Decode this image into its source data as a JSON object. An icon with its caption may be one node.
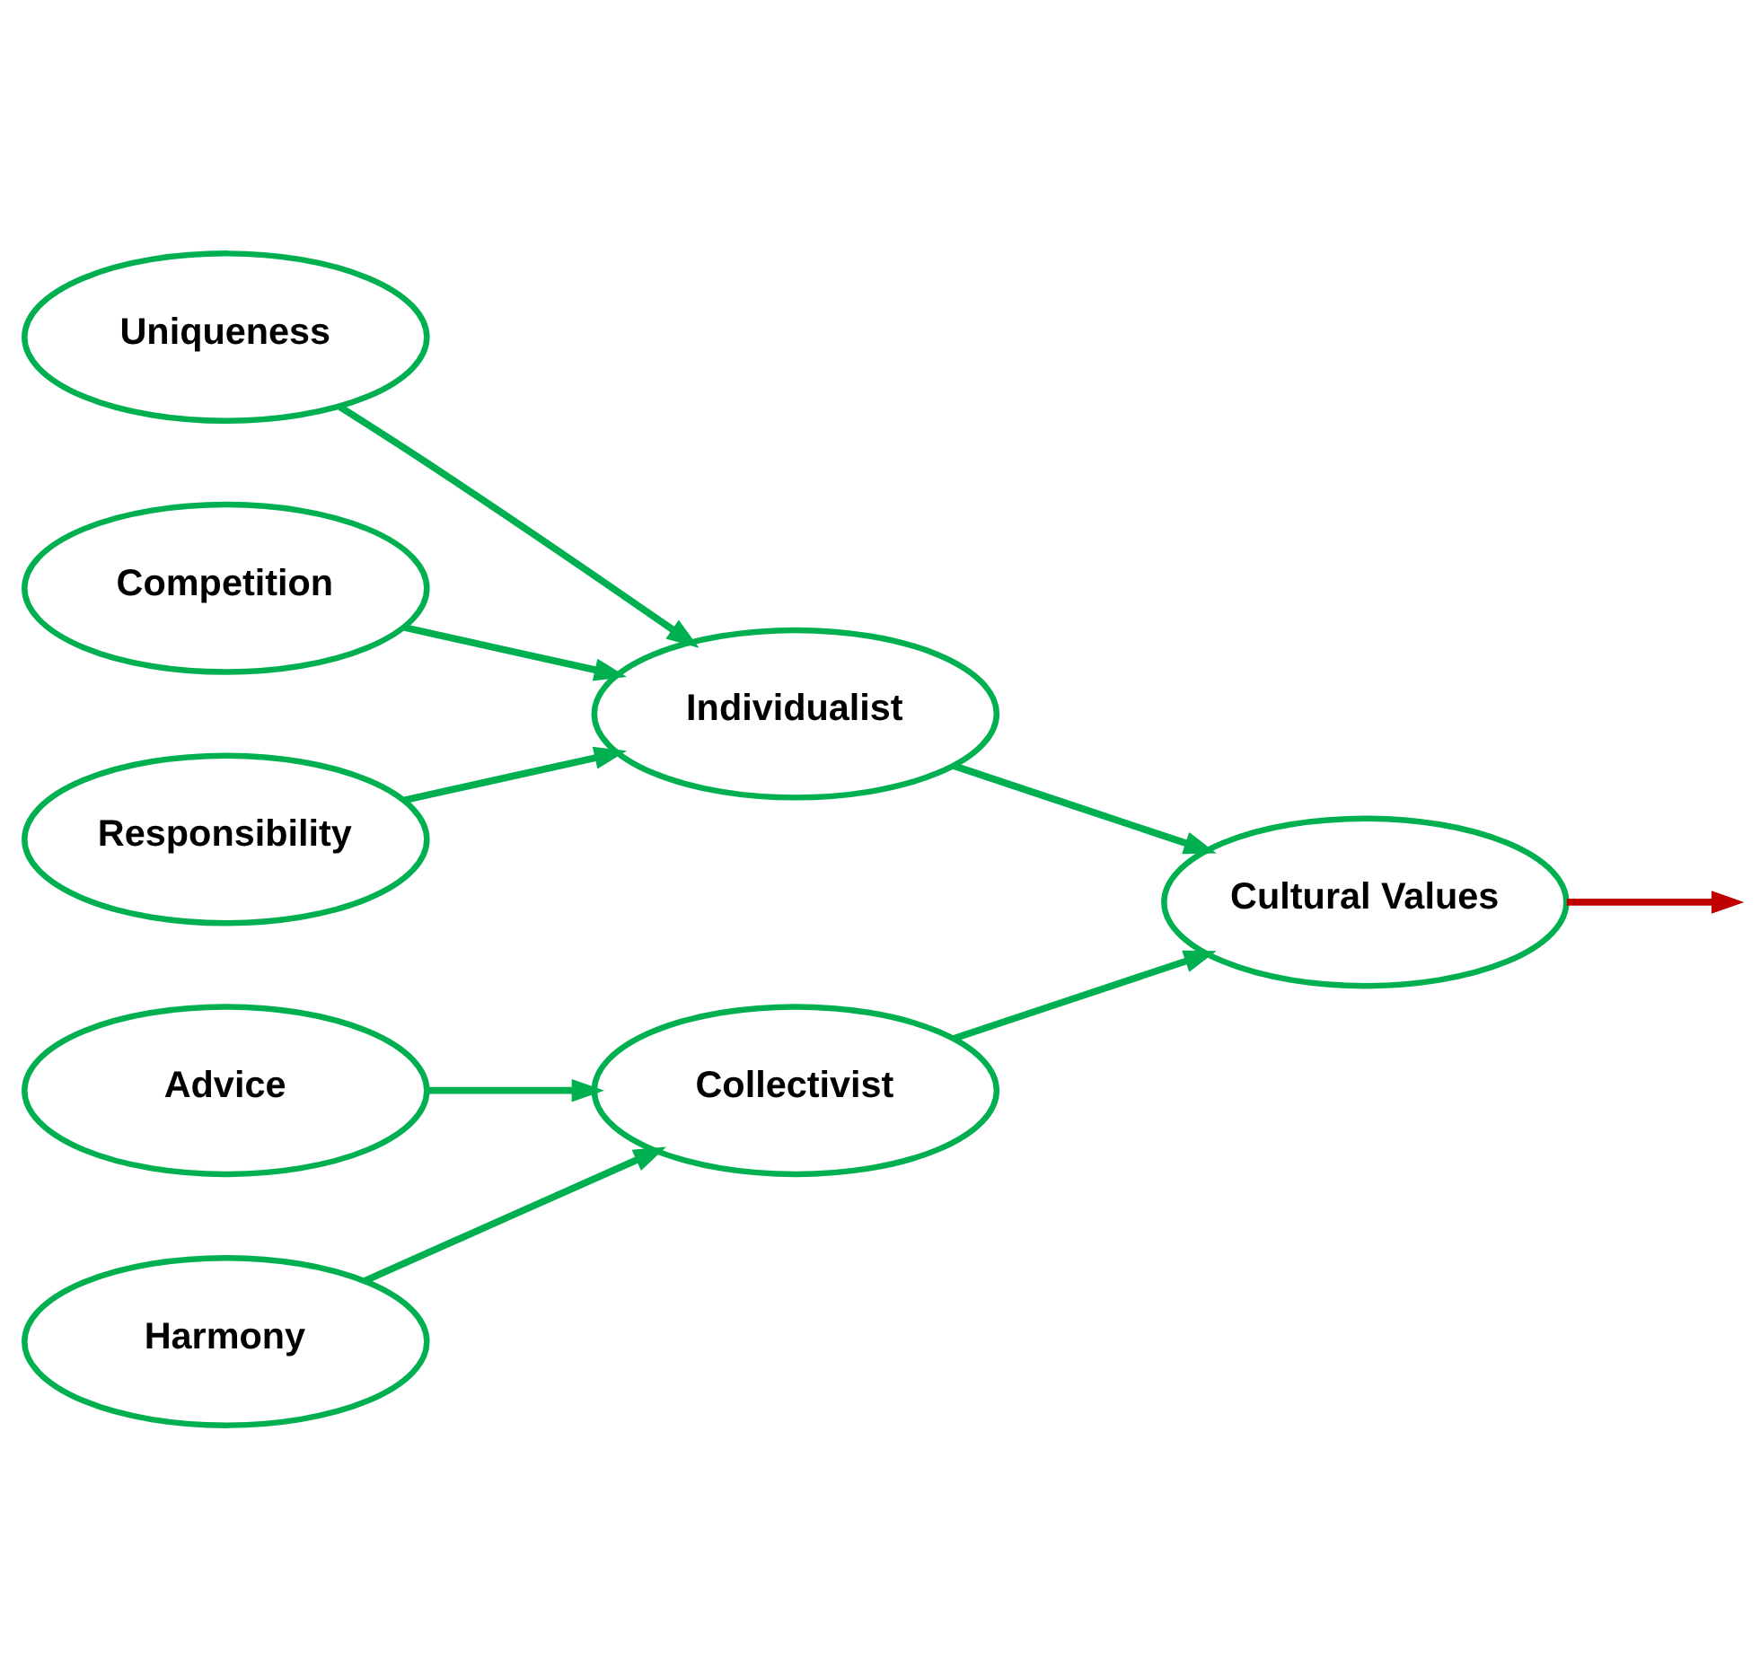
{
  "diagram": {
    "nodes": [
      {
        "text": [
          "Uniqueness"
        ]
      },
      {
        "text": [
          "Individualist"
        ]
      },
      {
        "text": [
          "Competition"
        ]
      },
      {
        "text": [
          "Responsibility"
        ]
      },
      {
        "text": [
          "Cultural Values"
        ]
      },
      {
        "text": [
          "Collectivist"
        ]
      },
      {
        "text": [
          "Advice"
        ]
      },
      {
        "text": [
          "Harmony"
        ]
      }
    ],
    "edges": [
      {
        "from": 0,
        "to": 1,
        "arrow": "to"
      },
      {
        "from": 2,
        "to": 1,
        "arrow": "to"
      },
      {
        "from": 3,
        "to": 1,
        "arrow": "to"
      },
      {
        "from": 1,
        "to": 4,
        "arrow": "to"
      },
      {
        "from": 5,
        "to": 4,
        "arrow": "to"
      },
      {
        "from": 6,
        "to": 5,
        "arrow": "to"
      },
      {
        "from": 7,
        "to": 5,
        "arrow": "to"
      },
      {
        "from": 4,
        "to": null,
        "arrow": "to",
        "color": "#c00000"
      }
    ]
  }
}
